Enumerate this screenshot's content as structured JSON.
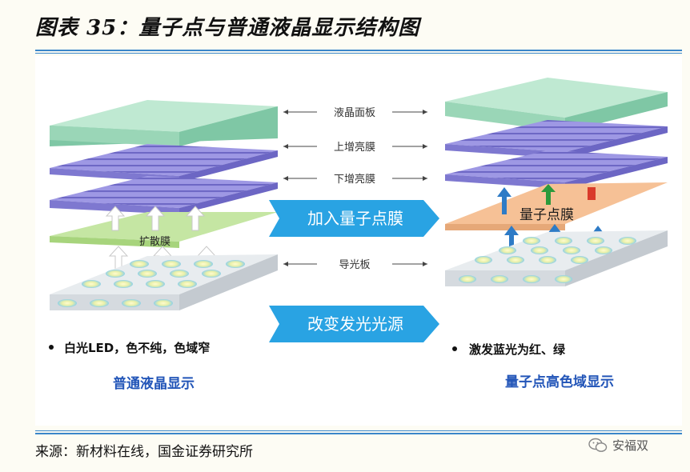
{
  "figure": {
    "title": "图表 35：量子点与普通液晶显示结构图",
    "source": "来源：新材料在线，国金证券研究所",
    "watermark": "安福双"
  },
  "layers": {
    "lcd_panel": "液晶面板",
    "upper_brightness_film": "上增亮膜",
    "lower_brightness_film": "下增亮膜",
    "diffuser_film": "扩散膜",
    "light_guide_plate": "导光板",
    "quantum_dot_film": "量子点膜"
  },
  "banners": {
    "add_qd_film": "加入量子点膜",
    "change_light_source": "改变发光光源"
  },
  "left": {
    "bullet": "白光LED，色不纯，色域窄",
    "caption": "普通液晶显示"
  },
  "right": {
    "bullet": "激发蓝光为红、绿",
    "caption": "量子点高色域显示"
  },
  "colors": {
    "lcd_panel": "#a6dcc0",
    "film": "#8b86d8",
    "diffuser": "#bfe39a",
    "qd_film": "#f6c196",
    "banner": "#29a3e3",
    "caption": "#2255b8",
    "rule": "#3a86c9"
  }
}
